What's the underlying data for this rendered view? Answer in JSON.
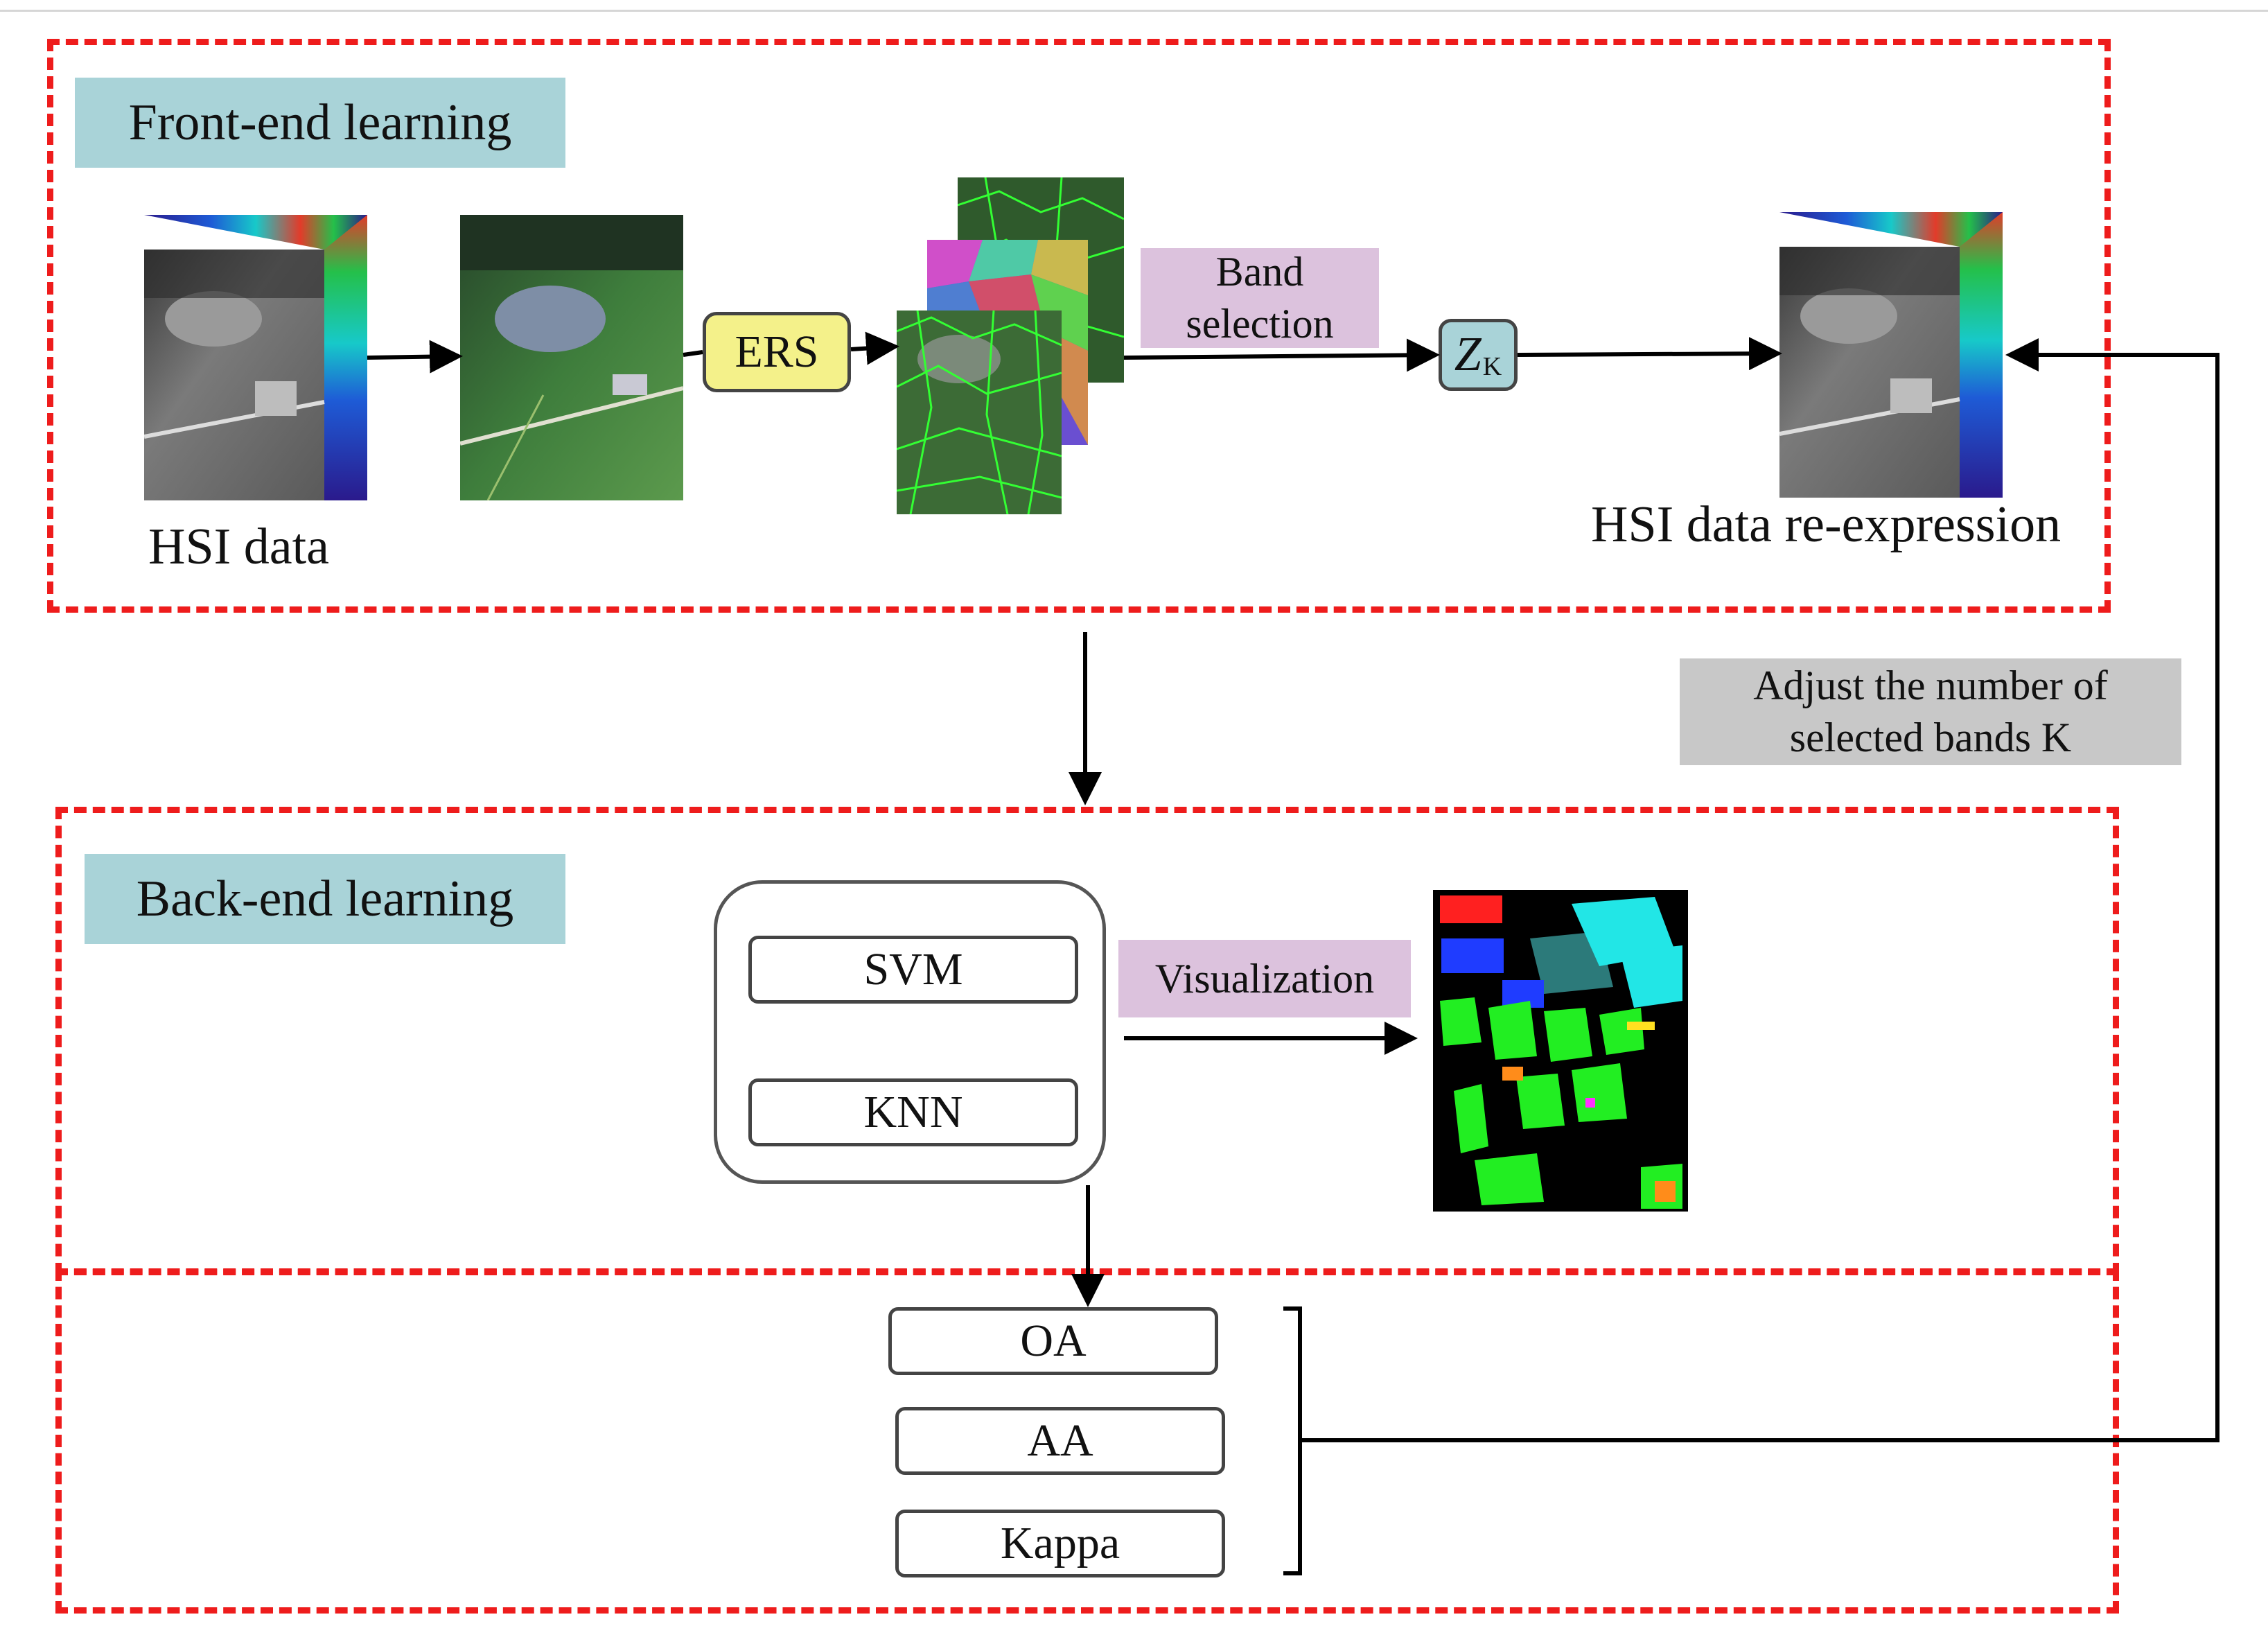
{
  "front_end": {
    "title": "Front-end learning",
    "hsi_caption": "HSI data",
    "ers_label": "ERS",
    "band_selection_line1": "Band",
    "band_selection_line2": "selection",
    "z_symbol": "Z",
    "z_subscript": "K",
    "reexpression_caption": "HSI data re-expression"
  },
  "feedback": {
    "note_line1": "Adjust the number of",
    "note_line2": "selected bands K"
  },
  "back_end": {
    "title": "Back-end learning",
    "classifiers": [
      "SVM",
      "KNN"
    ],
    "visualization_label": "Visualization"
  },
  "metrics": [
    "OA",
    "AA",
    "Kappa"
  ],
  "colors": {
    "dashed_border": "#ee1c1c",
    "section_label_bg": "#a9d3d8",
    "ers_bg": "#f4f18a",
    "purple_label_bg": "#dcc2dd",
    "note_bg": "#c8c8c8"
  }
}
